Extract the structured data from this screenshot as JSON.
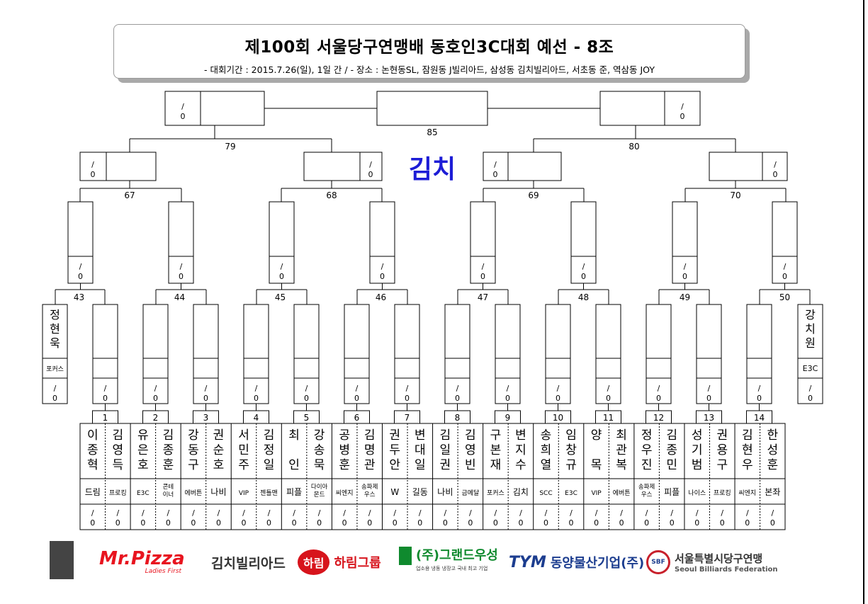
{
  "header": {
    "title": "제100회 서울당구연맹배 동호인3C대회 예선 - 8조",
    "subtitle": "- 대회기간 : 2015.7.26(일), 1일 간 / - 장소 : 논현동SL, 잠원동 J빌리아드, 삼성동 김치빌리아드, 서초동 준, 역삼동 JOY"
  },
  "group_label": "김치",
  "score_placeholder": "/\n0",
  "matches": {
    "final": "85",
    "semis": [
      "79",
      "80"
    ],
    "quarters": [
      "67",
      "68",
      "69",
      "70"
    ],
    "round2": [
      "43",
      "44",
      "45",
      "46",
      "47",
      "48",
      "49",
      "50"
    ]
  },
  "byes": [
    {
      "name": "정현욱",
      "club": "포커스",
      "score": "/\n0"
    },
    {
      "name": "강치원",
      "club": "E3C",
      "score": "/\n0"
    }
  ],
  "first_round": [
    {
      "num": "1",
      "players": [
        {
          "name": "이종혁",
          "club": "드림"
        },
        {
          "name": "김영득",
          "club": "프로킹"
        }
      ]
    },
    {
      "num": "2",
      "players": [
        {
          "name": "유은호",
          "club": "E3C"
        },
        {
          "name": "김종훈",
          "club": "콘테이너"
        }
      ]
    },
    {
      "num": "3",
      "players": [
        {
          "name": "강동구",
          "club": "에버튼"
        },
        {
          "name": "권순호",
          "club": "나비"
        }
      ]
    },
    {
      "num": "4",
      "players": [
        {
          "name": "서민주",
          "club": "VIP"
        },
        {
          "name": "김정일",
          "club": "젠틀맨"
        }
      ]
    },
    {
      "num": "5",
      "players": [
        {
          "name": "최 인",
          "club": "피플"
        },
        {
          "name": "강송묵",
          "club": "다이아몬드"
        }
      ]
    },
    {
      "num": "6",
      "players": [
        {
          "name": "공병훈",
          "club": "씨엔지"
        },
        {
          "name": "김명관",
          "club": "송파제우스"
        }
      ]
    },
    {
      "num": "7",
      "players": [
        {
          "name": "권두안",
          "club": "W"
        },
        {
          "name": "변대일",
          "club": "길동"
        }
      ]
    },
    {
      "num": "8",
      "players": [
        {
          "name": "김일권",
          "club": "나비"
        },
        {
          "name": "김영빈",
          "club": "금메달"
        }
      ]
    },
    {
      "num": "9",
      "players": [
        {
          "name": "구본재",
          "club": "포커스"
        },
        {
          "name": "변지수",
          "club": "김치"
        }
      ]
    },
    {
      "num": "10",
      "players": [
        {
          "name": "송희열",
          "club": "SCC"
        },
        {
          "name": "임창규",
          "club": "E3C"
        }
      ]
    },
    {
      "num": "11",
      "players": [
        {
          "name": "양 목",
          "club": "VIP"
        },
        {
          "name": "최관복",
          "club": "에버튼"
        }
      ]
    },
    {
      "num": "12",
      "players": [
        {
          "name": "정우진",
          "club": "송파제우스"
        },
        {
          "name": "김종민",
          "club": "피플"
        }
      ]
    },
    {
      "num": "13",
      "players": [
        {
          "name": "성기범",
          "club": "나이스"
        },
        {
          "name": "권용구",
          "club": "프로킹"
        }
      ]
    },
    {
      "num": "14",
      "players": [
        {
          "name": "김현우",
          "club": "씨엔지"
        },
        {
          "name": "한성훈",
          "club": "본좌"
        }
      ]
    }
  ],
  "sponsors": {
    "mrpizza": "Mr.Pizza",
    "mrpizza_tag": "Ladies First",
    "kimchi": "김치빌리아드",
    "harim_mark": "하림",
    "harim": "하림그룹",
    "grand": "(주)그랜드우성",
    "grand_tag": "업소용 냉동 냉장고 국내 최고 기업",
    "tym_mark": "TYM",
    "tym": "동양물산기업(주)",
    "sbf_mark": "SBF",
    "sbf_ko": "서울특별시당구연맹",
    "sbf_en": "Seoul Billiards Federation"
  }
}
